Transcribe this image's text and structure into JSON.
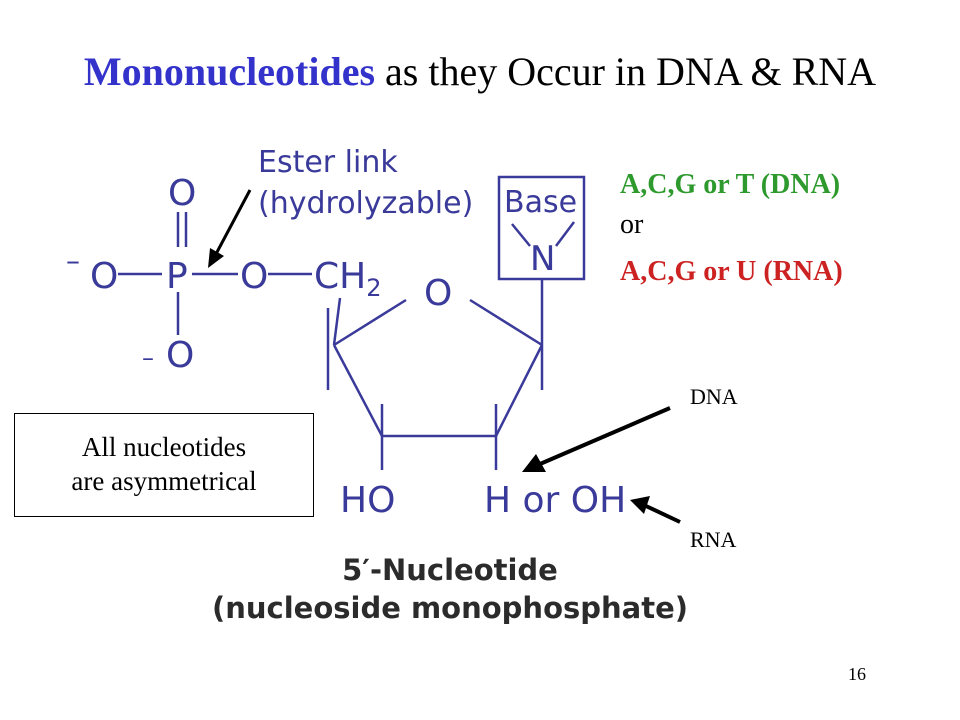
{
  "title": {
    "highlight": "Mononucleotides",
    "rest": " as they Occur in DNA & RNA"
  },
  "ester_label": {
    "line1": "Ester link",
    "line2": "(hydrolyzable)"
  },
  "structure": {
    "o_top": "O",
    "o_left": "O",
    "p": "P",
    "o_bridge": "O",
    "ch2": "CH",
    "ch2_sub": "2",
    "o_bottom": "O",
    "o_ring": "O",
    "base": "Base",
    "n": "N",
    "ho": "HO",
    "h_or_oh": "H or OH",
    "charge_left": "–",
    "charge_bottom": "–"
  },
  "bases": {
    "dna": "A,C,G or T (DNA)",
    "or": "or",
    "rna": "A,C,G or U (RNA)"
  },
  "arrow_labels": {
    "dna": "DNA",
    "rna": "RNA"
  },
  "note": {
    "line1": "All nucleotides",
    "line2": "are asymmetrical"
  },
  "caption": {
    "line1": "5′-Nucleotide",
    "line2": "(nucleoside monophosphate)"
  },
  "page_number": "16",
  "colors": {
    "title_accent": "#3333cc",
    "dna_green": "#2e9a2e",
    "rna_red": "#cc2222",
    "structure": "#3a3a9a"
  }
}
